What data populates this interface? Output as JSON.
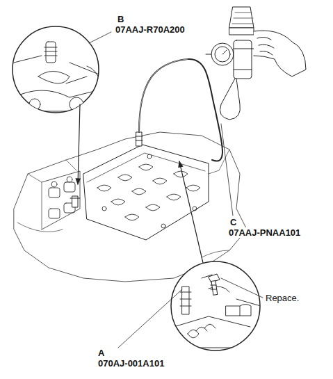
{
  "diagram": {
    "labels": [
      "B",
      "07AAJ-R70A200",
      "C",
      "07AAJ-PNAA101",
      "Repace.",
      "A",
      "070AJ-001A101"
    ]
  }
}
